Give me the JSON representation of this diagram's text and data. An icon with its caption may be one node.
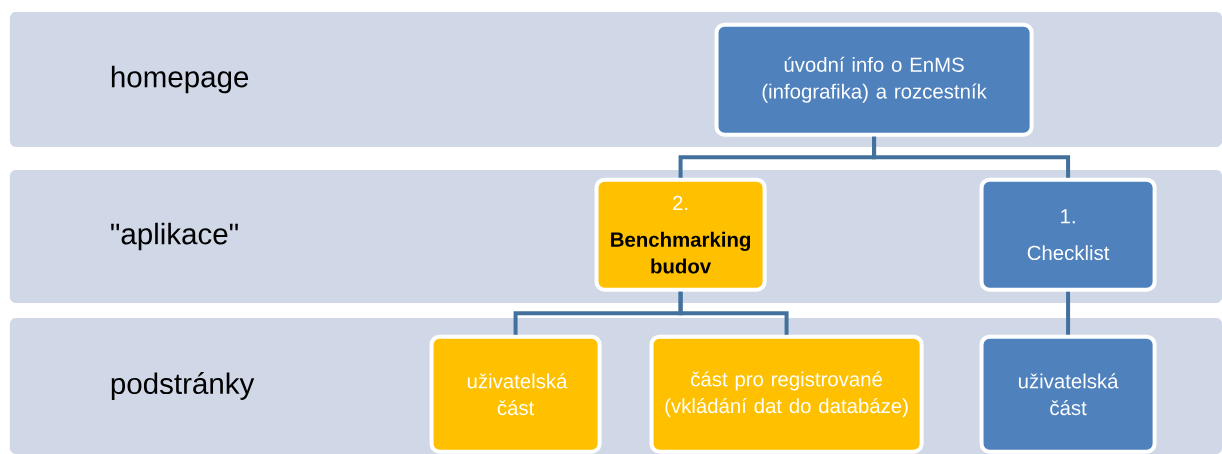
{
  "diagram": {
    "nodes": [
      {
        "text": [
          "homepage"
        ]
      },
      {
        "text": [
          "úvodní info o EnMS (infografika) a rozcestník"
        ],
        "in": 0
      },
      {
        "text": [
          "\"aplikace\""
        ]
      },
      {
        "text": [
          "2.",
          "Benchmarking budov"
        ],
        "in": 2
      },
      {
        "text": [
          "1.",
          "Checklist"
        ],
        "in": 2
      },
      {
        "text": [
          "podstránky"
        ]
      },
      {
        "text": [
          "uživatelská část"
        ],
        "in": 5
      },
      {
        "text": [
          "část pro registrované (vkládání dat do databáze)"
        ],
        "in": 5
      },
      {
        "text": [
          "uživatelská část"
        ],
        "in": 5
      }
    ],
    "edges": [
      {
        "from": 1,
        "to": 3,
        "arrow": "none"
      },
      {
        "from": 1,
        "to": 4,
        "arrow": "none"
      },
      {
        "from": 3,
        "to": 6,
        "arrow": "none"
      },
      {
        "from": 3,
        "to": 7,
        "arrow": "none"
      },
      {
        "from": 4,
        "to": 8,
        "arrow": "none"
      }
    ]
  }
}
